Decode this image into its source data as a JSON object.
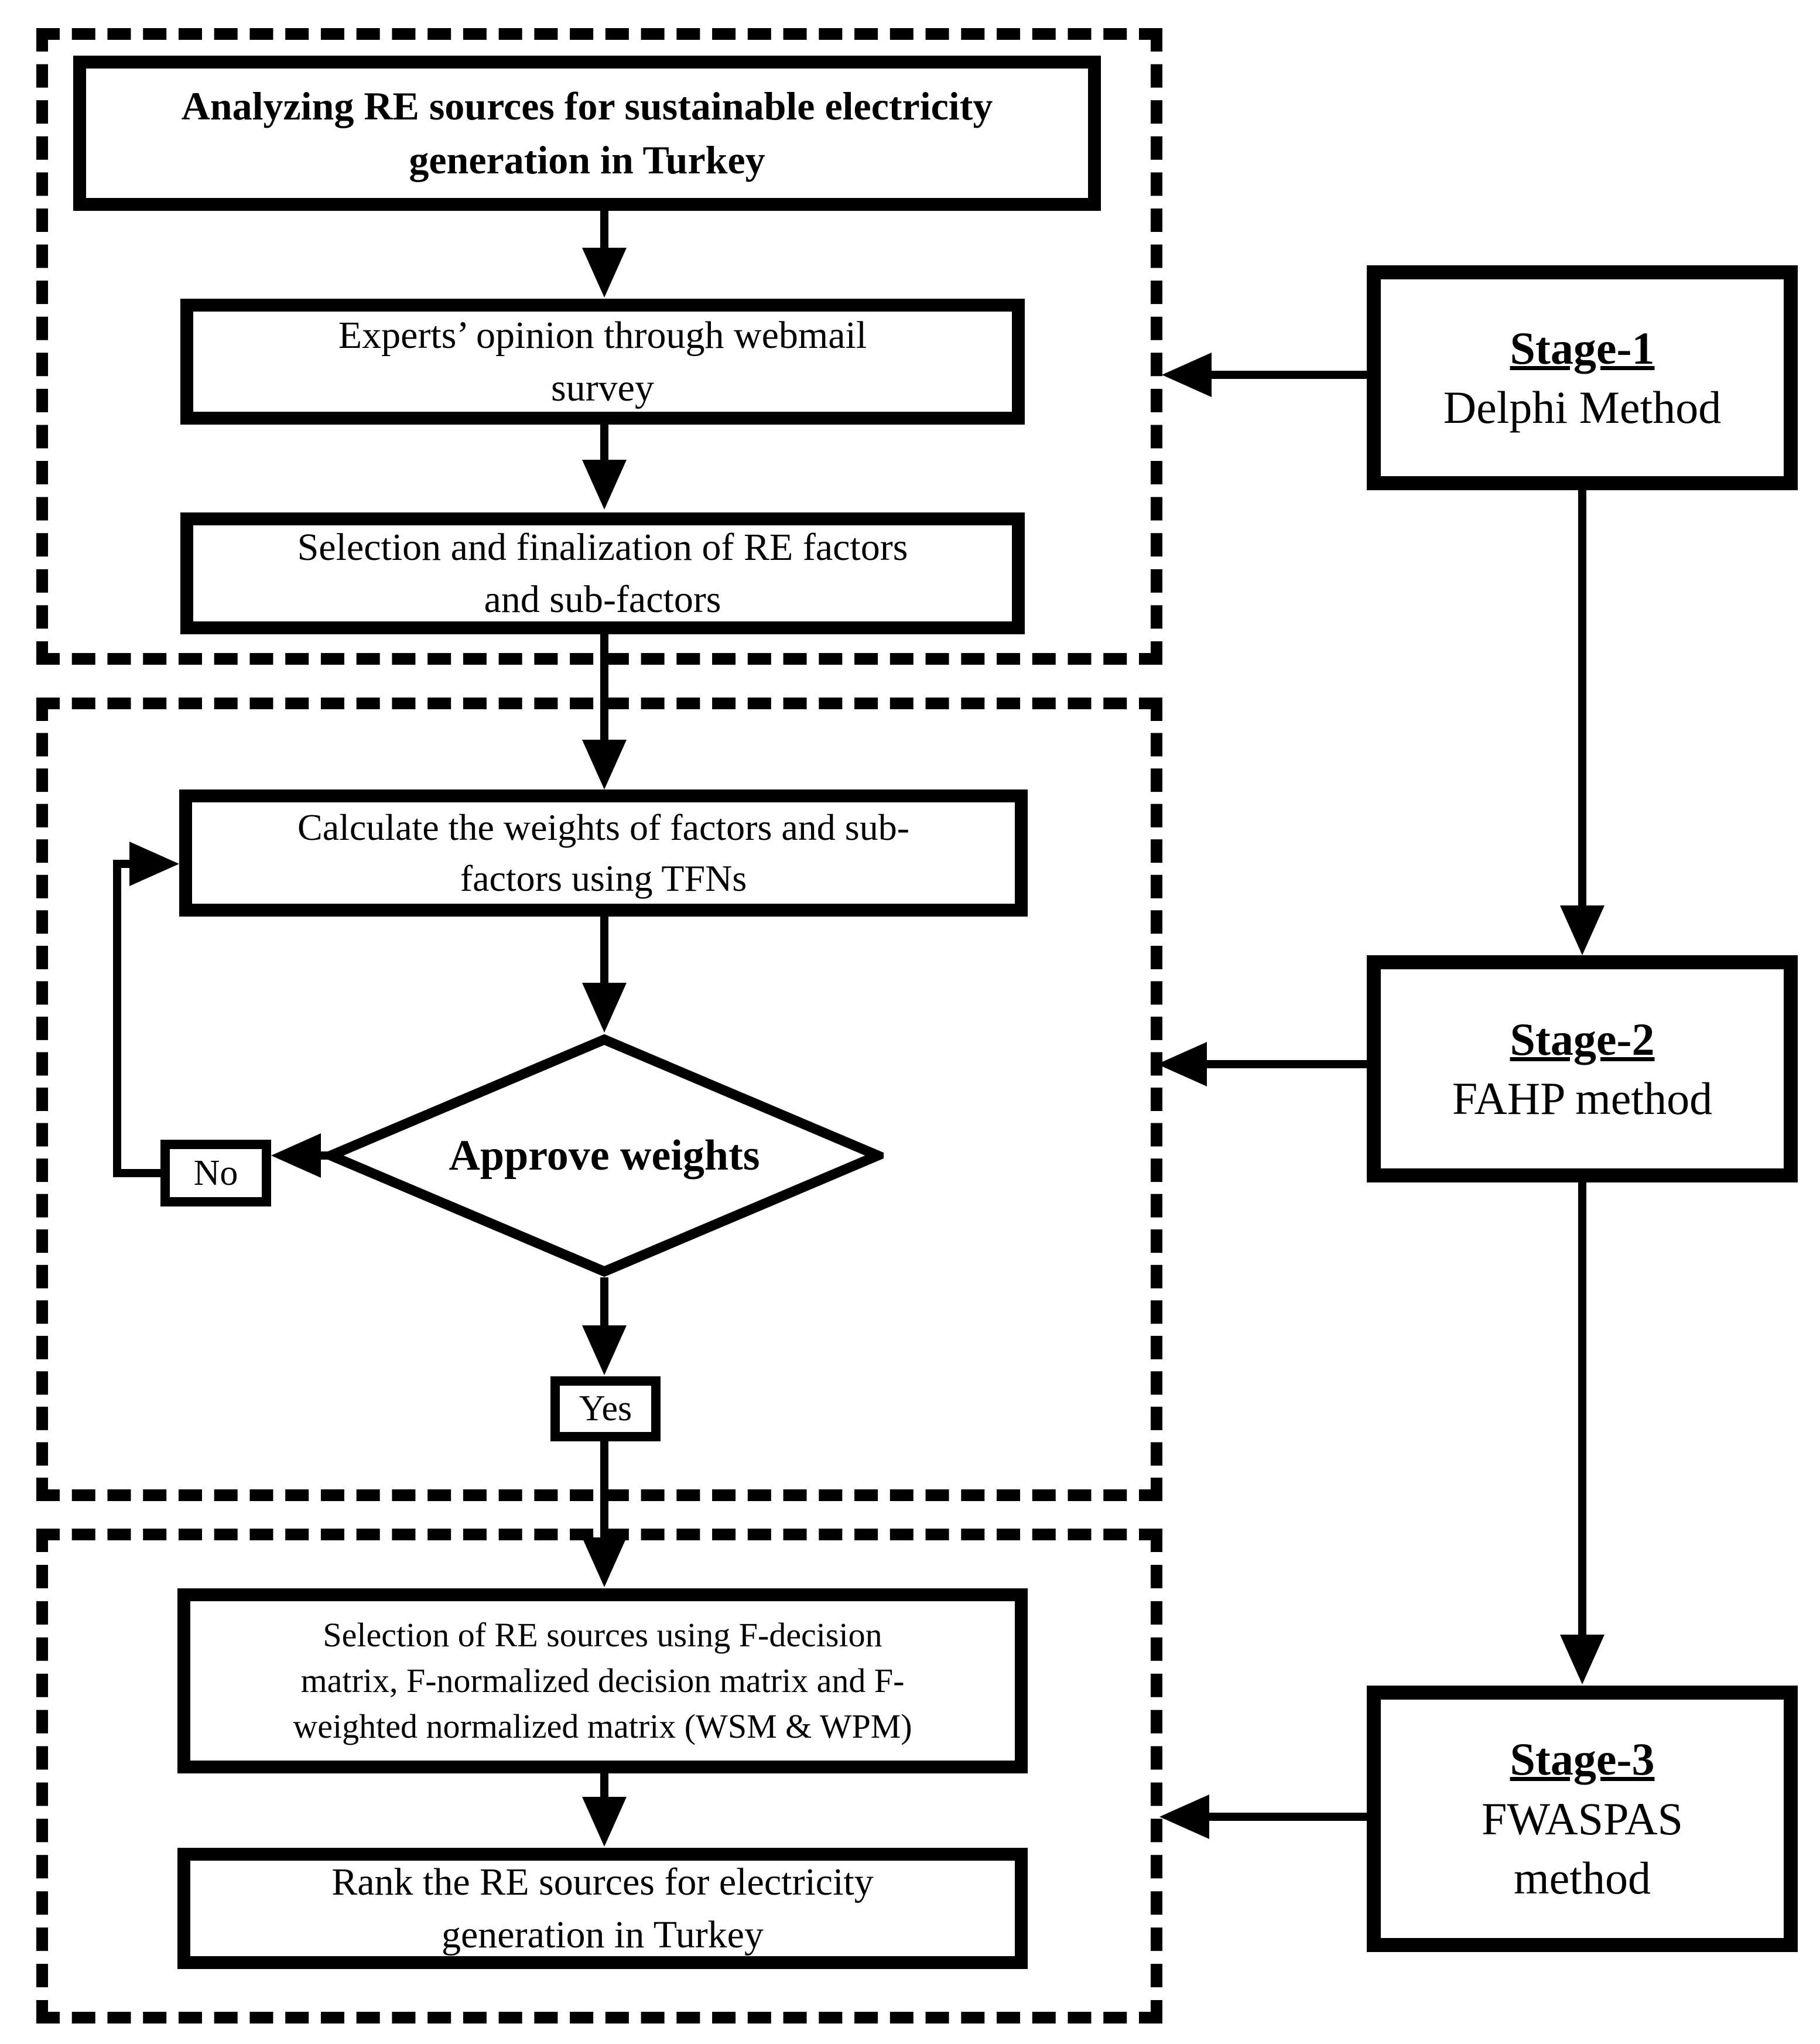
{
  "flowchart": {
    "goal_box": "Analyzing RE sources for sustainable electricity\ngeneration in Turkey",
    "survey_box": "Experts’ opinion through webmail\nsurvey",
    "factors_box": "Selection and finalization of RE factors\nand sub-factors",
    "weights_box": "Calculate the weights of factors and sub-\nfactors using TFNs",
    "decision_diamond": "Approve weights",
    "no_label": "No",
    "yes_label": "Yes",
    "selection_box": "Selection of RE sources using F-decision\nmatrix, F-normalized decision matrix and F-\nweighted normalized matrix (WSM & WPM)",
    "rank_box": "Rank the RE sources for electricity\ngeneration in Turkey"
  },
  "stages": [
    {
      "title": "Stage-1",
      "method": "Delphi Method"
    },
    {
      "title": "Stage-2",
      "method": "FAHP method"
    },
    {
      "title": "Stage-3",
      "method": "FWASPAS\nmethod"
    }
  ],
  "colors": {
    "ink": "#000000",
    "background": "#ffffff"
  }
}
